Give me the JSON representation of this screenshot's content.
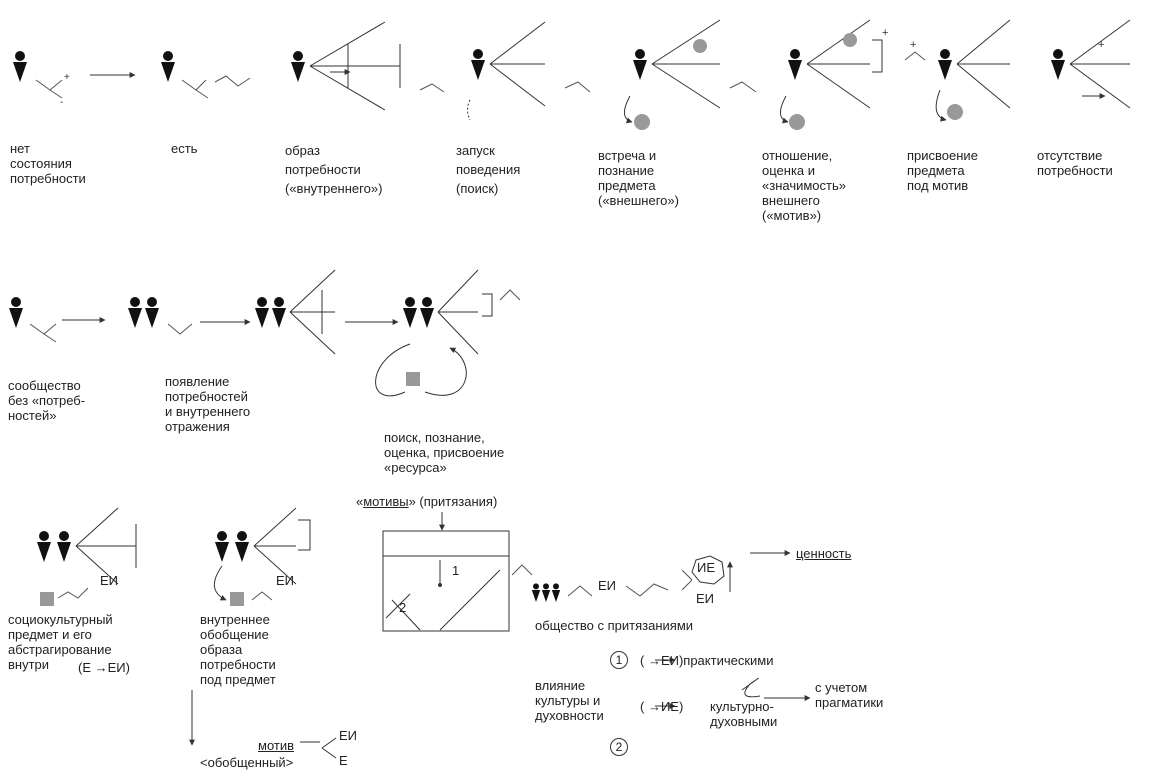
{
  "colors": {
    "ink": "#222222",
    "figure": "#111111",
    "object_circle": "#999999",
    "resource_square": "#999999"
  },
  "row1": {
    "stages": [
      {
        "label": [
          "нет",
          "состояния",
          "потребности"
        ]
      },
      {
        "label": [
          "есть"
        ]
      },
      {
        "label": [
          "образ",
          "потребности",
          "(«внутреннего»)"
        ]
      },
      {
        "label": [
          "запуск",
          "поведения",
          "(поиск)"
        ]
      },
      {
        "label": [
          "встреча и",
          "познание",
          "предмета",
          "(«внешнего»)"
        ]
      },
      {
        "label": [
          "отношение,",
          "оценка и",
          "«значимость»",
          "внешнего",
          "(«мотив»)"
        ]
      },
      {
        "label": [
          "присвоение",
          "предмета",
          "под мотив"
        ]
      },
      {
        "label": [
          "отсутствие",
          "потребности"
        ]
      }
    ]
  },
  "row2": {
    "stages": [
      {
        "label": [
          "сообщество",
          "без «потреб-",
          "ностей»"
        ]
      },
      {
        "label": [
          "появление",
          "потребностей",
          "и внутреннего",
          "отражения"
        ]
      },
      {
        "label": []
      },
      {
        "label": [
          "поиск, познание,",
          "оценка, присвоение",
          "«ресурса»"
        ]
      }
    ]
  },
  "row3": {
    "motives_title_pre": "«",
    "motives_title_ul": "мотивы",
    "motives_title_post": "» (притязания)",
    "box_numbers": [
      "1",
      "2"
    ],
    "sociocultural": [
      "социокультурный",
      "предмет и его",
      "абстрагирование",
      "внутри"
    ],
    "e_to_ei": "(Е →ЕИ)",
    "internal_gen": [
      "внутреннее",
      "обобщение",
      "образа",
      "потребности",
      "под предмет"
    ],
    "ei": "ЕИ",
    "e": "Е",
    "ie": "ИЕ",
    "motive": "мотив",
    "generalized": "<обобщенный>",
    "value": "ценность",
    "society": "общество с притязаниями",
    "circle1": "1",
    "circle2": "2",
    "practical": "( →ЕИ)практическими",
    "influence": [
      "влияние",
      "культуры и",
      "духовности"
    ],
    "arrow_ie": "( →ИЕ)",
    "cultural": [
      "культурно-",
      "духовными"
    ],
    "pragmatics": [
      "с учетом",
      "прагматики"
    ]
  }
}
